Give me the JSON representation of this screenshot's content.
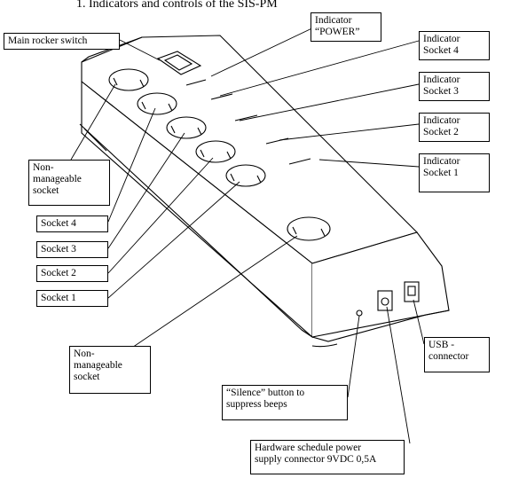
{
  "heading": "1.  Indicators and controls of the SIS-PM",
  "labels": {
    "main_rocker_switch": "Main rocker switch",
    "indicator_power": "Indicator\n“POWER”",
    "indicator_socket_4": "Indicator\nSocket 4",
    "indicator_socket_3": "Indicator\nSocket 3",
    "indicator_socket_2": "Indicator\nSocket 2",
    "indicator_socket_1": "Indicator\nSocket 1",
    "non_manageable_socket_top": "Non-\nmanageable\nsocket",
    "socket_4": "Socket 4",
    "socket_3": "Socket 3",
    "socket_2": "Socket 2",
    "socket_1": "Socket 1",
    "non_manageable_socket_bottom": "Non-\nmanageable\nsocket",
    "silence_button": "“Silence” button to\nsuppress beeps",
    "hardware_schedule_connector": "Hardware schedule power\nsupply connector 9VDC 0,5A",
    "usb_connector": "USB -\nconnector"
  }
}
